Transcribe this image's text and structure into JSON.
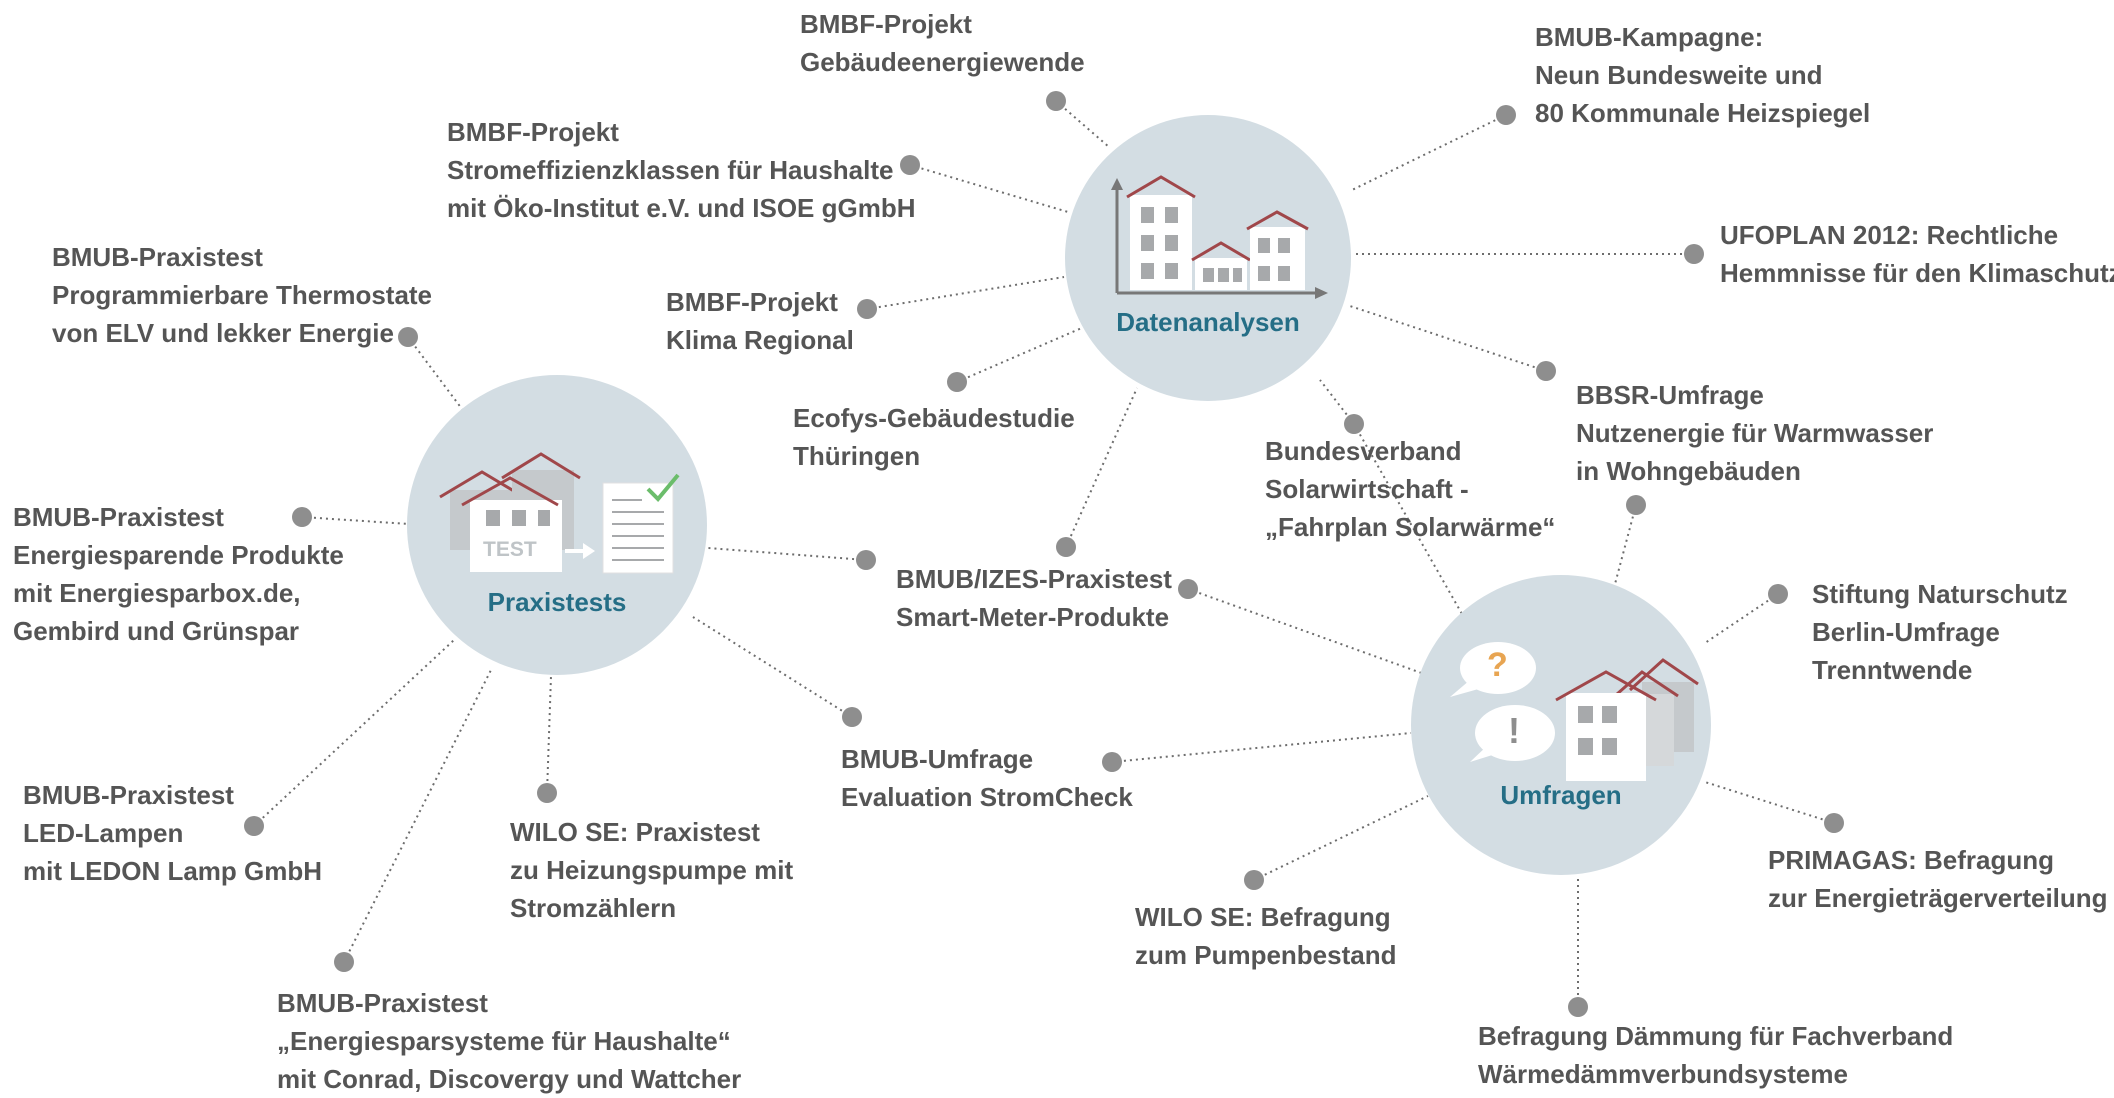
{
  "hubs": {
    "datenanalysen": "Datenanalysen",
    "praxistests": "Praxistests",
    "umfragen": "Umfragen"
  },
  "icon_text": {
    "test": "TEST",
    "question": "?",
    "exclaim": "!"
  },
  "colors": {
    "hub_fill": "#d3dde3",
    "hub_text": "#256e86",
    "roof": "#a0474a",
    "label": "#555555",
    "dot": "#8e8e8e",
    "line": "#6d6d6d",
    "axis": "#777777",
    "window": "#a7a9ab",
    "check": "#6bbd6b",
    "question": "#e8a552"
  },
  "labels": {
    "bmbf_gebaeude": [
      "BMBF-Projekt",
      "Gebäudeenergiewende"
    ],
    "bmub_kampagne": [
      "BMUB-Kampagne:",
      "Neun Bundesweite und",
      "80 Kommunale Heizspiegel"
    ],
    "bmbf_strom": [
      "BMBF-Projekt",
      "Stromeffizienzklassen für Haushalte",
      "mit Öko-Institut e.V. und ISOE gGmbH"
    ],
    "ufoplan": [
      "UFOPLAN 2012: Rechtliche",
      "Hemmnisse für den Klimaschutz"
    ],
    "bmub_thermostate": [
      "BMUB-Praxistest",
      "Programmierbare Thermostate",
      "von ELV und lekker Energie"
    ],
    "bmbf_klima": [
      "BMBF-Projekt",
      "Klima Regional"
    ],
    "ecofys": [
      "Ecofys-Gebäudestudie",
      "Thüringen"
    ],
    "bbsr": [
      "BBSR-Umfrage",
      "Nutzenergie für Warmwasser",
      "in Wohngebäuden"
    ],
    "bundesverband": [
      "Bundesverband",
      "Solarwirtschaft -",
      "„Fahrplan Solarwärme“"
    ],
    "bmub_energiespar": [
      "BMUB-Praxistest",
      "Energiesparende Produkte",
      "mit Energiesparbox.de,",
      "Gembird und Grünspar"
    ],
    "izes": [
      "BMUB/IZES-Praxistest",
      "Smart-Meter-Produkte"
    ],
    "stiftung": [
      "Stiftung Naturschutz",
      "Berlin-Umfrage",
      "Trenntwende"
    ],
    "stromcheck": [
      "BMUB-Umfrage",
      "Evaluation StromCheck"
    ],
    "led": [
      "BMUB-Praxistest",
      "LED-Lampen",
      "mit LEDON Lamp GmbH"
    ],
    "wilo_test": [
      "WILO SE: Praxistest",
      "zu Heizungspumpe mit",
      "Stromzählern"
    ],
    "primagas": [
      "PRIMAGAS: Befragung",
      "zur Energieträgerverteilung"
    ],
    "wilo_befragung": [
      "WILO SE: Befragung",
      "zum Pumpenbestand"
    ],
    "energiesparsysteme": [
      "BMUB-Praxistest",
      "„Energiesparsysteme für Haushalte“",
      "mit Conrad, Discovergy und Wattcher"
    ],
    "daemmung": [
      "Befragung Dämmung für Fachverband",
      "Wärmedämmverbundsysteme"
    ]
  }
}
